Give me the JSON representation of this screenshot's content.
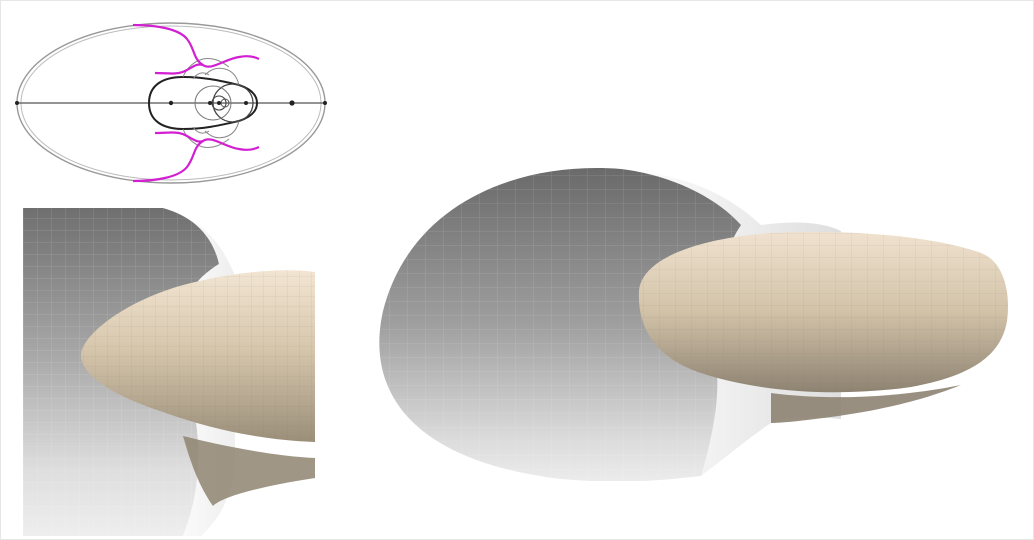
{
  "colors": {
    "background": "#ffffff",
    "cross_section_outline": "#333333",
    "highlight_curve": "#d11fd1",
    "ellipsoid_shade_dark": "#6e6e6e",
    "ellipsoid_shade_light": "#e9e9e9",
    "torus_shade_dark": "#a89c86",
    "torus_shade_light": "#eee0cc",
    "throat_surface": "#f6f6f6"
  },
  "figures": {
    "schematic": {
      "icon": "cross-section-schematic"
    },
    "closeup": {
      "icon": "surface-closeup-render"
    },
    "main_view": {
      "icon": "surface-3d-render"
    }
  }
}
